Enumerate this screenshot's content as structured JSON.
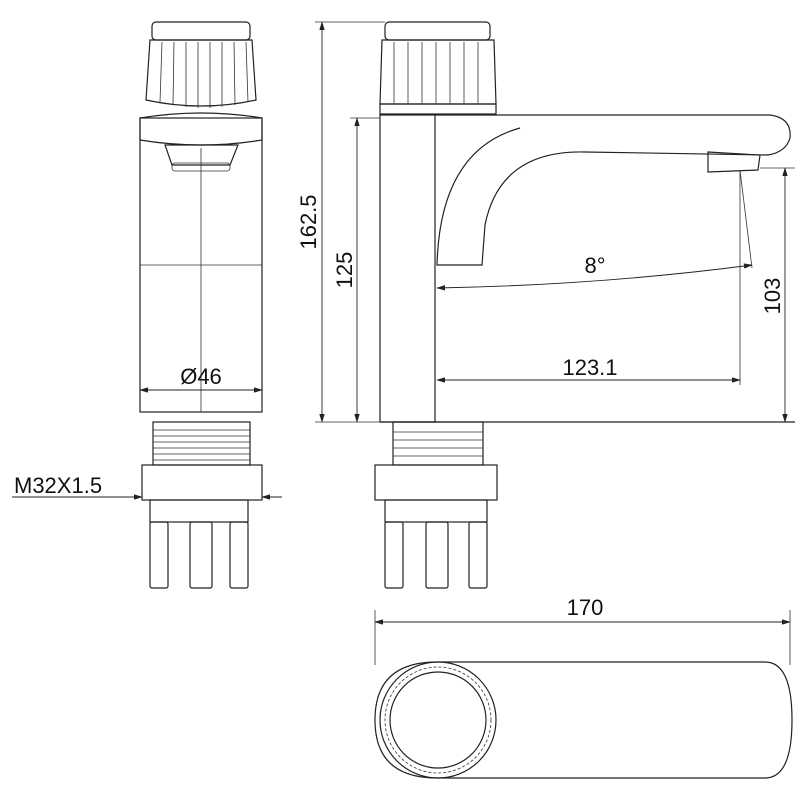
{
  "drawing": {
    "dimensions": {
      "total_height": "162.5",
      "body_height": "125",
      "spout_height": "103",
      "diameter": "Ø46",
      "thread": "M32X1.5",
      "angle": "8°",
      "spout_reach": "123.1",
      "total_length": "170"
    },
    "colors": {
      "line": "#222222",
      "background": "#ffffff"
    }
  }
}
